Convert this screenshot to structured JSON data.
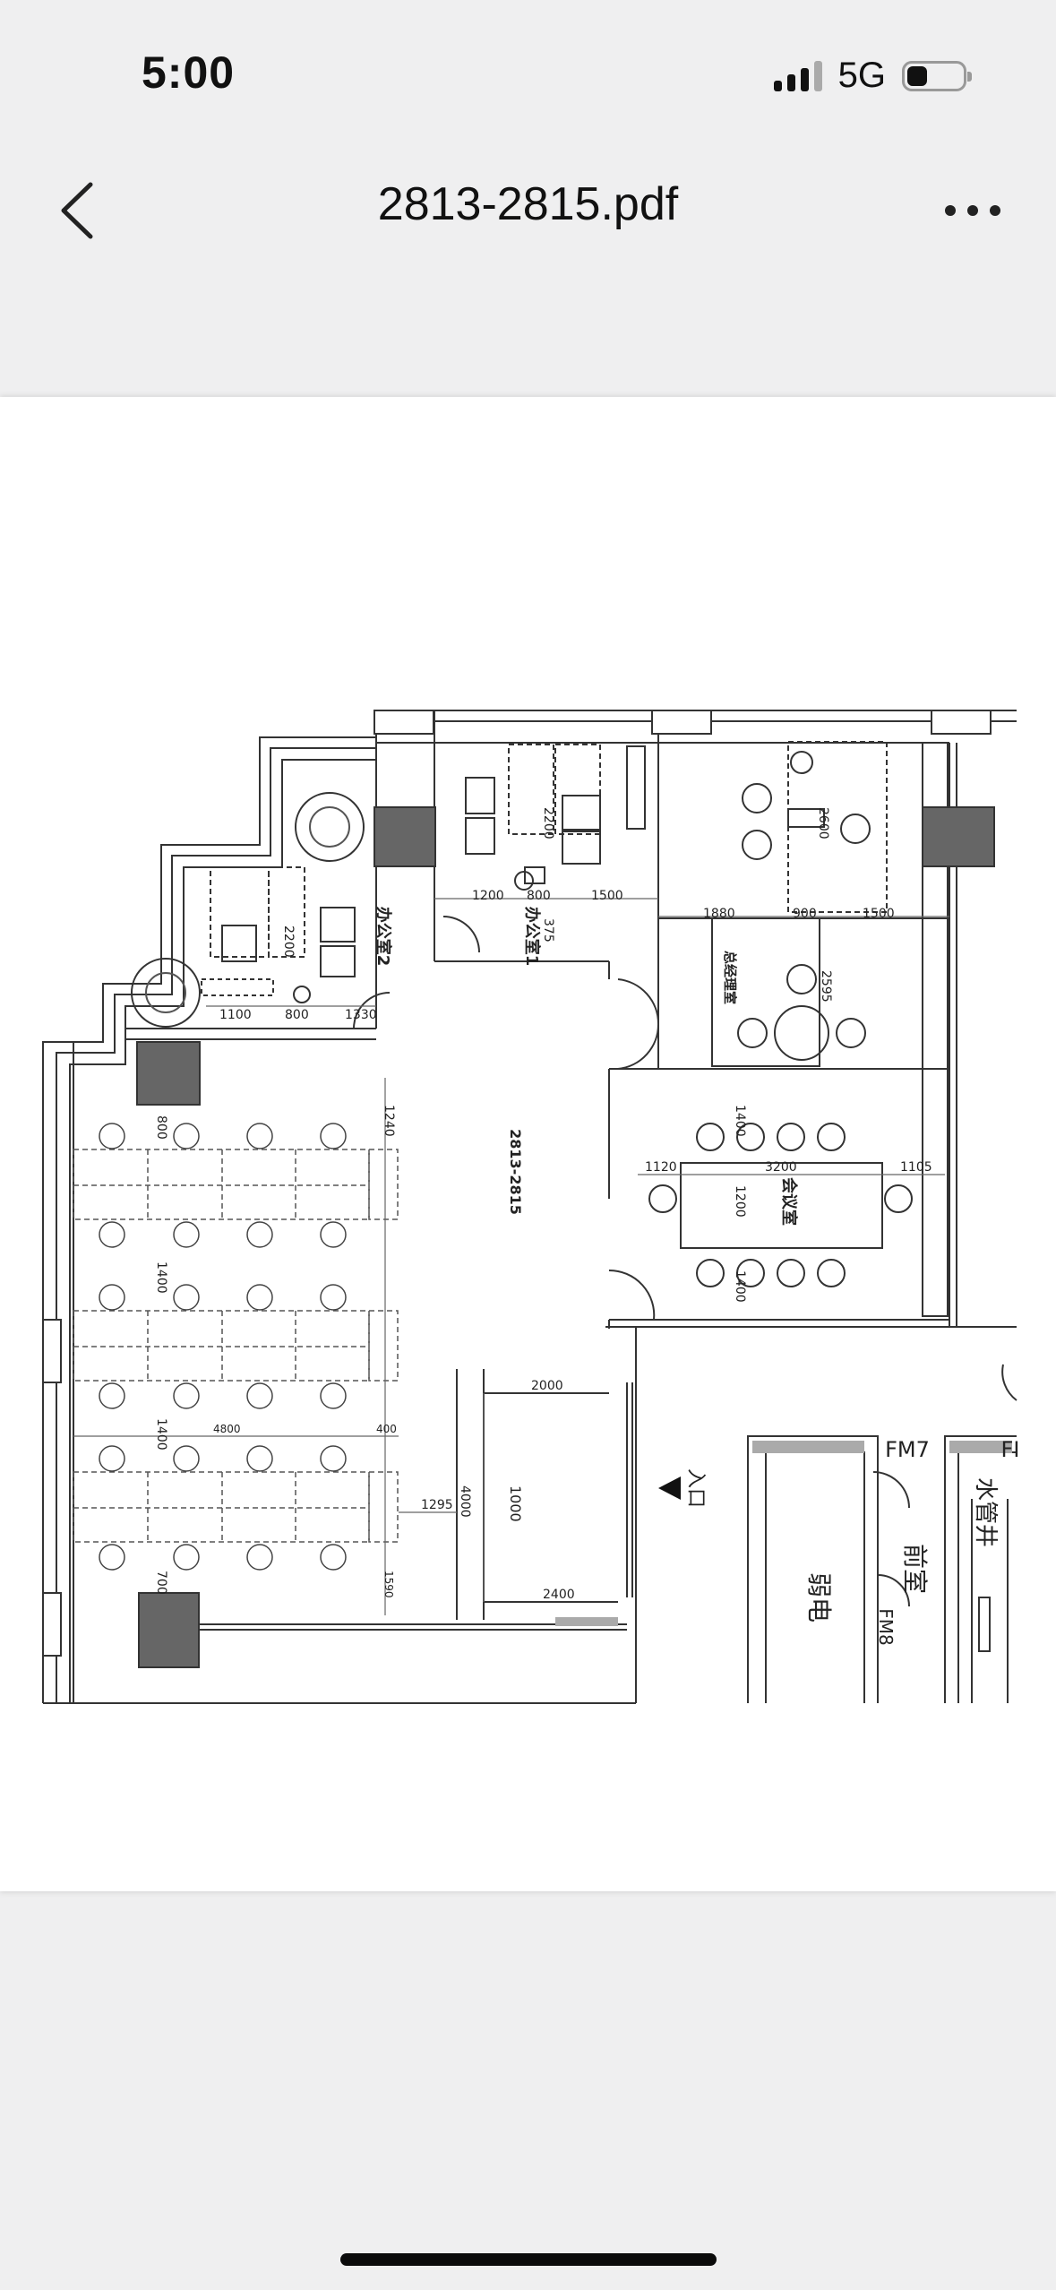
{
  "status_bar": {
    "time": "5:00",
    "network": "5G"
  },
  "nav": {
    "title": "2813-2815.pdf"
  },
  "icons": {
    "back": "chevron-left-icon",
    "more": "more-horizontal-icon"
  },
  "document": {
    "room_labels": {
      "office1": "办公室1",
      "office2": "办公室2",
      "gm_office": "总经理室",
      "meeting": "会议室",
      "unit": "2813-2815",
      "entrance": "入口",
      "lobby": "前室",
      "weak_current": "弱电",
      "water_pipe": "水管井",
      "fm7": "FM7",
      "fm8": "FM8",
      "fi": "FI"
    },
    "dimensions": {
      "d1200a": "1200",
      "d800a": "800",
      "d1500a": "1500",
      "d2200a": "2200",
      "d375": "375",
      "d1880": "1880",
      "d900": "900",
      "d1500b": "1500",
      "d2600": "2600",
      "d2595": "2595",
      "d2200b": "2200",
      "d1100": "1100",
      "d800b": "800",
      "d1330": "1330",
      "d1120": "1120",
      "d3200": "3200",
      "d1105": "1105",
      "d1400a": "1400",
      "d1200b": "1200",
      "d1400b": "1400",
      "d800c": "800",
      "d1240": "1240",
      "d1400c": "1400",
      "d1400d": "1400",
      "d4800": "4800",
      "d400": "400",
      "d700": "700",
      "d1590": "1590",
      "d2000": "2000",
      "d4000": "4000",
      "d1000": "1000",
      "d1295": "1295",
      "d2400": "2400"
    }
  }
}
